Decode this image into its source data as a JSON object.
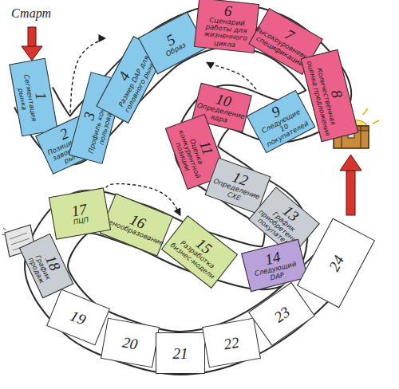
{
  "diagram": {
    "nodes": [
      {
        "text": [
          "1",
          "Сегментация рынка"
        ]
      },
      {
        "text": [
          "2",
          "Позиция для завоевания рынка"
        ]
      },
      {
        "text": [
          "3",
          "Профиль конечного пользователя"
        ]
      },
      {
        "text": [
          "4",
          "Размер DAP для головного рынка"
        ]
      },
      {
        "text": [
          "5",
          "Образ"
        ]
      },
      {
        "text": [
          "6",
          "Сценарий работы для жизненного цикла"
        ]
      },
      {
        "text": [
          "7",
          "Высокоуровневые спецификации"
        ]
      },
      {
        "text": [
          "8",
          "Количественная оценка предложения"
        ]
      },
      {
        "text": [
          "9",
          "Следующие 10 покупателей"
        ]
      },
      {
        "text": [
          "10",
          "Определение ядра"
        ]
      },
      {
        "text": [
          "11",
          "Оценка конкурентной позиции"
        ]
      },
      {
        "text": [
          "12",
          "Определение СХЕ"
        ]
      },
      {
        "text": [
          "13",
          "График приобретения покупателя"
        ]
      },
      {
        "text": [
          "14",
          "Следующий DAP"
        ]
      },
      {
        "text": [
          "15",
          "Разработка бизнес-модели"
        ]
      },
      {
        "text": [
          "16",
          "Ценообразование"
        ]
      },
      {
        "text": [
          "17",
          "ПЦП"
        ]
      },
      {
        "text": [
          "18",
          "График продаж"
        ]
      },
      {
        "text": [
          "19"
        ]
      },
      {
        "text": [
          "20"
        ]
      },
      {
        "text": [
          "21"
        ]
      },
      {
        "text": [
          "22"
        ]
      },
      {
        "text": [
          "23"
        ]
      },
      {
        "text": [
          "24"
        ]
      }
    ],
    "edges": [
      {
        "from": 1,
        "to": 3,
        "arrow": "to"
      },
      {
        "from": 8,
        "to": 4,
        "arrow": "to"
      },
      {
        "from": 16,
        "to": 14,
        "arrow": "to"
      }
    ],
    "labels": [
      "Старт"
    ]
  }
}
